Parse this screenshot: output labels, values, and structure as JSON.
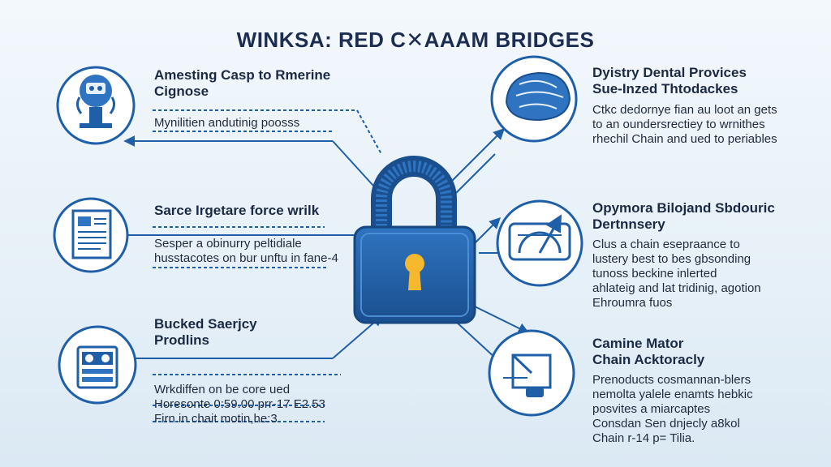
{
  "title": "WINKSA: RED C✕AAAM BRIDGES",
  "colors": {
    "primary": "#1f5fa8",
    "accent": "#2f74c0",
    "keyhole": "#f5b82e",
    "text": "#1b2a44"
  },
  "left_items": [
    {
      "icon": "monitor-figure-icon",
      "heading": [
        "Amesting Casp to Rmerine",
        "Cignose"
      ],
      "body": [
        "Mynilitien andutinig poosss"
      ]
    },
    {
      "icon": "document-icon",
      "heading": [
        "Sarce Irgetare force wrilk"
      ],
      "body": [
        "Sesper a obinurry peltidiale",
        "husstacotes on bur unftu in fane-4"
      ]
    },
    {
      "icon": "control-panel-icon",
      "heading": [
        "Bucked Saerjcy",
        "Prodlins"
      ],
      "body": [
        "Wrkdiffen on be core ued",
        "Horesonte 0:59.00 prr-17 E2.53",
        "Firn in chait motin,he:3"
      ]
    }
  ],
  "right_items": [
    {
      "icon": "bread-icon",
      "heading": [
        "Dyistry Dental Provices",
        "Sue-Inzed Thtodackes"
      ],
      "body": [
        "Ctkc dedornye fian au loot an gets",
        "to an oundersrectiey to wrnithes",
        "rhechil Chain and ued to periables"
      ]
    },
    {
      "icon": "gauge-icon",
      "heading": [
        "Opymora Bilojand Sbdouric",
        "Dertnnsery"
      ],
      "body": [
        "Clus a chain esepraance to",
        "lustery best to bes gbsonding",
        "tunoss beckine inlerted",
        "ahlateig and lat tridinig, agotion",
        "Ehroumra fuos"
      ]
    },
    {
      "icon": "tool-icon",
      "heading": [
        "Camine Mator",
        "Chain Acktoracly"
      ],
      "body": [
        "Prenoducts cosmannan-blers",
        "nemolta yalele enamts hebkic",
        "posvites a miarcaptes",
        "Consdan Sen dnjecly a8kol",
        "Chain r-14 p= Tilia."
      ]
    }
  ]
}
